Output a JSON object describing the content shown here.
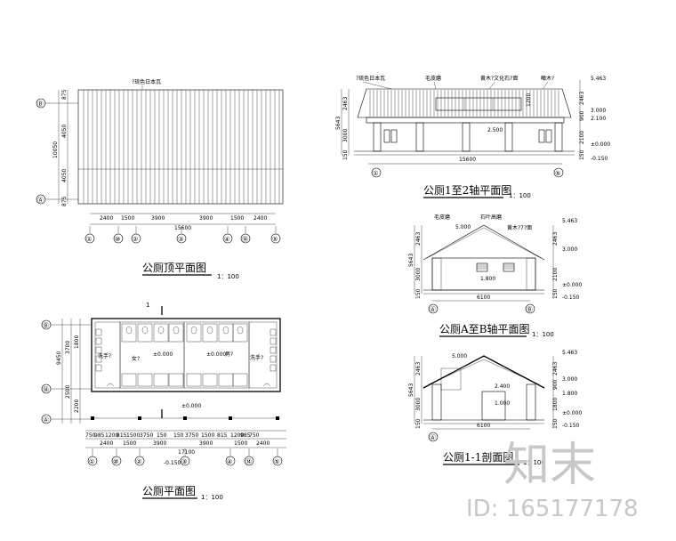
{
  "titles": {
    "roof_plan": "公厕顶平面图",
    "elev_1_2": "公厕1至2轴平面图",
    "elev_a_b": "公厕A至B轴平面图",
    "floor_plan": "公厕平面图",
    "section": "公厕1-1剖面图"
  },
  "scale": "1：100",
  "roof_plan": {
    "roof_note": "?琉色日本瓦",
    "dims_bottom": [
      "2400",
      "1500",
      "3900",
      "3900",
      "1500",
      "2400"
    ],
    "total": "15600",
    "dims_left": [
      "875",
      "4050",
      "4050",
      "875"
    ],
    "total_left": "10050",
    "axes": [
      "①",
      "⑩",
      "②",
      "③",
      "④",
      "⑭",
      "⑤"
    ],
    "axes_left": [
      "Ⓑ",
      "Ⓐ"
    ]
  },
  "elev_1_2": {
    "notes": [
      "?琉色日本瓦",
      "毛皮磨",
      "黄木?文化石?面",
      "鳍木?"
    ],
    "levels": [
      "5.463",
      "3.000",
      "2.100",
      "±0.000",
      "-0.150"
    ],
    "left_dims": [
      "2463",
      "5643",
      "3000",
      "150"
    ],
    "right_dims": [
      "2463",
      "900",
      "2100",
      "150"
    ],
    "canopy": "2.500",
    "window_h": "1200",
    "total": "15600",
    "axes": [
      "①",
      "⑤"
    ]
  },
  "elev_a_b": {
    "notes": [
      "毛皮磨",
      "石叶高磨",
      "黄木?7?面"
    ],
    "ridge": "5.000",
    "sill": "1.800",
    "levels": [
      "5.463",
      "3.000",
      "±0.000",
      "-0.150"
    ],
    "total": "6100",
    "left_dims": [
      "2463",
      "5643",
      "3000",
      "150"
    ],
    "right_dims": [
      "2463",
      "2100",
      "150"
    ],
    "axes": [
      "Ⓐ",
      "Ⓑ"
    ]
  },
  "section": {
    "ridge": "5.000",
    "levels": [
      "5.463",
      "3.000",
      "1.800",
      "±0.000",
      "-0.150"
    ],
    "inner": [
      "2.400",
      "1.000"
    ],
    "total": "6100",
    "left_dims": [
      "2463",
      "5643",
      "3000",
      "150"
    ],
    "right_dims": [
      "2463",
      "900",
      "1800",
      "150"
    ],
    "axes": [
      "Ⓐ"
    ]
  },
  "floor_plan": {
    "section_mark": "1",
    "rooms": [
      "洗手?",
      "女?",
      "男?",
      "洗手?"
    ],
    "room_levels": [
      "±0.000",
      "±0.000"
    ],
    "floor_level": "±0.000",
    "outside_level": "-0.150",
    "dims_detail": [
      "750",
      "985",
      "1200",
      "815",
      "1500",
      "3750",
      "150",
      "150",
      "3750",
      "1500",
      "815",
      "1200",
      "985",
      "750"
    ],
    "dims_bottom": [
      "2400",
      "1500",
      "3900",
      "3900",
      "1500",
      "2400"
    ],
    "total": "17100",
    "dims_left": [
      "9450",
      "3700",
      "2500",
      "2200",
      "1800"
    ],
    "axes": [
      "①",
      "⑩",
      "②",
      "③",
      "④",
      "⑭",
      "⑤"
    ],
    "axes_left": [
      "Ⓑ",
      "⑭",
      "Ⓐ"
    ]
  },
  "watermark": {
    "logo": "知末",
    "id": "ID: 165177178"
  }
}
